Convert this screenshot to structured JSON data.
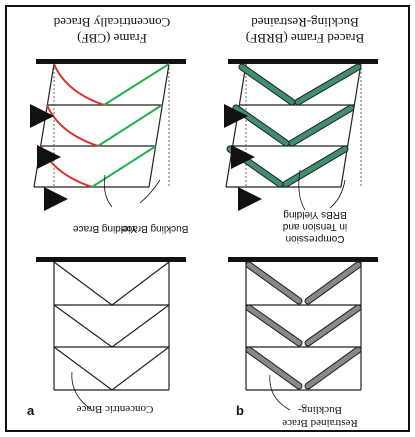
{
  "panels": {
    "a": {
      "letter": "a",
      "title_line1": "Concentrically Braced",
      "title_line2": "Frame (CBF)",
      "label_yielding_brace": "Yielding Brace",
      "label_buckling_brace": "Buckling Brace",
      "label_concentric_brace": "Concentric Brace"
    },
    "b": {
      "letter": "b",
      "title_line1": "Buckling-Restrained",
      "title_line2": "Braced Frame (BRBF)",
      "label_brbs_line1": "BRBs Yielding",
      "label_brbs_line2": "in Tension and",
      "label_brbs_line3": "Compression",
      "label_restrained_line1": "Buckling-",
      "label_restrained_line2": "Restrained Brace"
    }
  },
  "colors": {
    "yielding_brace": "#22b14c",
    "buckling_brace": "#d9342b",
    "brb_fill": "#3f8f6c",
    "brb_gray": "#777777",
    "frame": "#222222",
    "beam": "#111111"
  }
}
